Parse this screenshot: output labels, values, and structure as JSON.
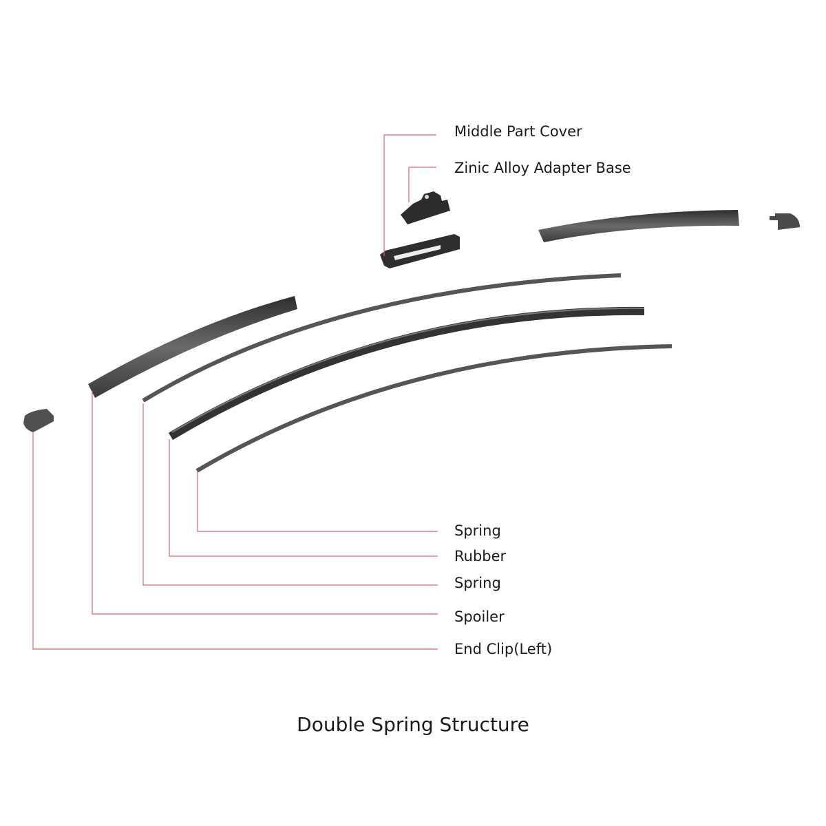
{
  "title": "Double Spring Structure",
  "labels": {
    "middle_part_cover": "Middle Part Cover",
    "adapter_base": "Zinic Alloy Adapter Base",
    "spring_lower": "Spring",
    "rubber": "Rubber",
    "spring_upper": "Spring",
    "spoiler": "Spoiler",
    "end_clip_left": "End Clip(Left)"
  },
  "colors": {
    "leader": "#e06070",
    "part": "#4a4a4a"
  }
}
